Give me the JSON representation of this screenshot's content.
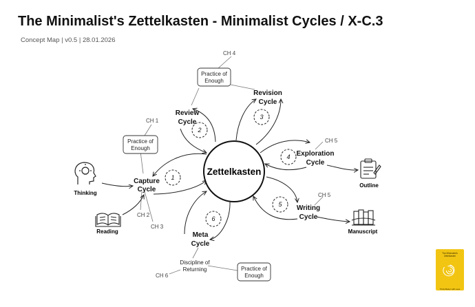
{
  "header": {
    "title": "The Minimalist's Zettelkasten - Minimalist Cycles / X-C.3",
    "subtitle": "Concept Map | v0.5 | 28.01.2026"
  },
  "center": {
    "label": "Zettelkasten"
  },
  "cycles": {
    "capture": {
      "line1": "Capture",
      "line2": "Cycle",
      "number": "1"
    },
    "review": {
      "line1": "Review",
      "line2": "Cycle",
      "number": "2"
    },
    "revision": {
      "line1": "Revision",
      "line2": "Cycle",
      "number": "3"
    },
    "exploration": {
      "line1": "Exploration",
      "line2": "Cycle",
      "number": "4"
    },
    "writing": {
      "line1": "Writing",
      "line2": "Cycle",
      "number": "5"
    },
    "meta": {
      "line1": "Meta",
      "line2": "Cycle",
      "number": "6"
    }
  },
  "boxes": {
    "capture_enough": {
      "line1": "Practice of",
      "line2": "Enough"
    },
    "review_enough": {
      "line1": "Practice of",
      "line2": "Enough"
    },
    "meta_enough": {
      "line1": "Practice of",
      "line2": "Enough"
    }
  },
  "discipline": {
    "line1": "Discipline of",
    "line2": "Returning"
  },
  "chapters": {
    "ch1": "CH 1",
    "ch2": "CH 2",
    "ch3": "CH 3",
    "ch4": "CH 4",
    "ch5_exploration": "CH 5",
    "ch5_writing": "CH 5",
    "ch6": "CH 6"
  },
  "inputs": {
    "thinking": {
      "label": "Thinking",
      "icon": "head-lightbulb-icon"
    },
    "reading": {
      "label": "Reading",
      "icon": "open-book-icon"
    }
  },
  "outputs": {
    "outline": {
      "label": "Outline",
      "icon": "clipboard-icon"
    },
    "manuscript": {
      "label": "Manuscript",
      "icon": "books-icon"
    }
  },
  "book_cover": {
    "title": "The Minimalist's Zettelkasten",
    "tagline": "Think Better with Less",
    "color": "#f2c513"
  }
}
